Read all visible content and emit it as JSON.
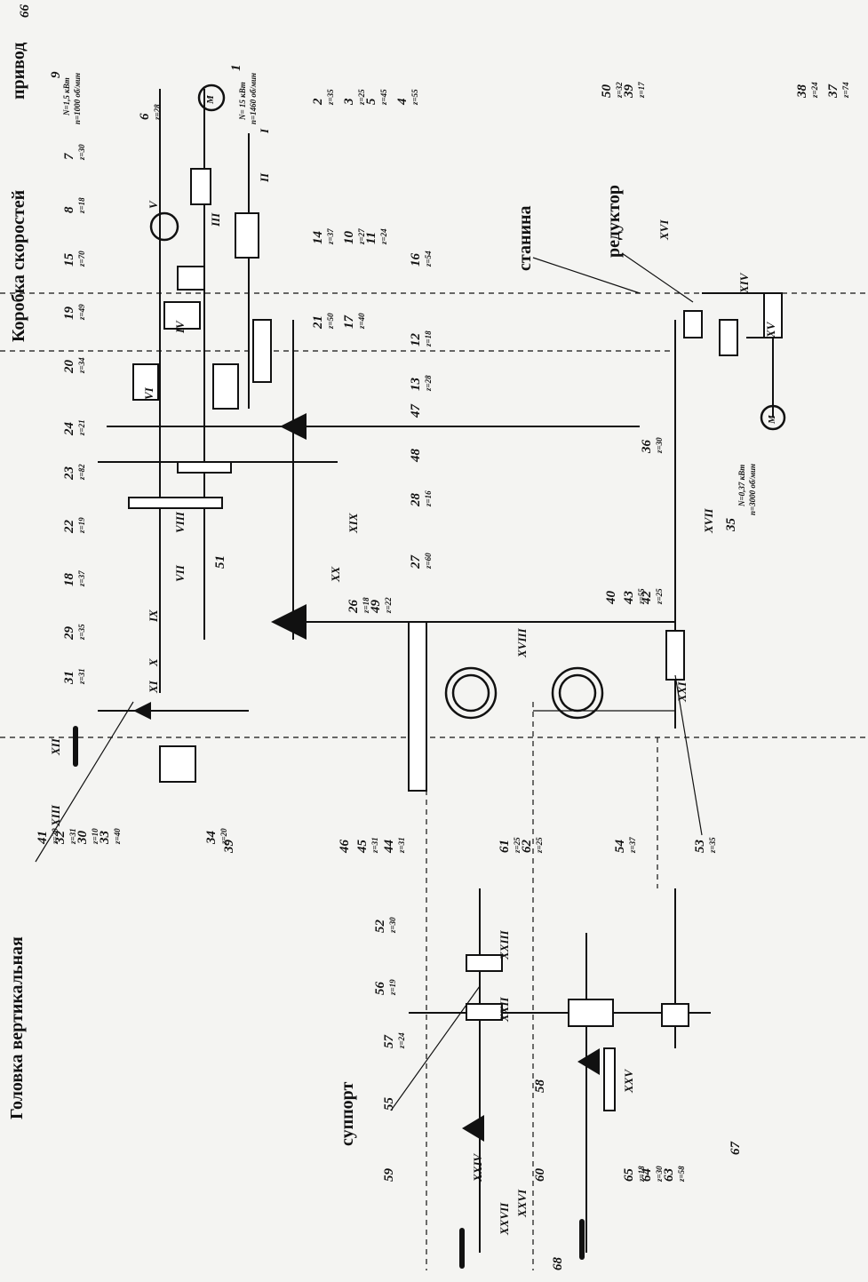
{
  "diagram": {
    "sections": {
      "drive": "привод",
      "gearbox": "Коробка скоростей",
      "vertical_head": "Головка вертикальная",
      "frame": "станина",
      "reducer": "редуктор",
      "carriage": "суппорт"
    },
    "motors": {
      "main": {
        "label": "1",
        "specs": [
          "N= 15 кВт",
          "n=1460 об/мин"
        ]
      },
      "drive_aux": {
        "label": "9",
        "specs": [
          "N=1,5 кВт",
          "n=1000 об/мин"
        ]
      },
      "feed": {
        "label": "35",
        "specs": [
          "N=0,37 кВт",
          "n=3000 об/мин"
        ]
      }
    },
    "callouts": [
      {
        "n": "2",
        "z": "z=35"
      },
      {
        "n": "3",
        "z": "z=25"
      },
      {
        "n": "5",
        "z": "z=45"
      },
      {
        "n": "4",
        "z": "z=55"
      },
      {
        "n": "6",
        "z": "z=28"
      },
      {
        "n": "7",
        "z": "z=30"
      },
      {
        "n": "8",
        "z": "z=18"
      },
      {
        "n": "15",
        "z": "z=70"
      },
      {
        "n": "19",
        "z": "z=49"
      },
      {
        "n": "20",
        "z": "z=34"
      },
      {
        "n": "24",
        "z": "z=21"
      },
      {
        "n": "23",
        "z": "z=82"
      },
      {
        "n": "22",
        "z": "z=19"
      },
      {
        "n": "18",
        "z": "z=37"
      },
      {
        "n": "29",
        "z": "z=35"
      },
      {
        "n": "31",
        "z": "z=31"
      },
      {
        "n": "14",
        "z": "z=37"
      },
      {
        "n": "10",
        "z": "z=27"
      },
      {
        "n": "11",
        "z": "z=24"
      },
      {
        "n": "16",
        "z": "z=54"
      },
      {
        "n": "21",
        "z": "z=50"
      },
      {
        "n": "17",
        "z": "z=40"
      },
      {
        "n": "12",
        "z": "z=18"
      },
      {
        "n": "13",
        "z": "z=28"
      },
      {
        "n": "47",
        "z": ""
      },
      {
        "n": "48",
        "z": ""
      },
      {
        "n": "28",
        "z": "z=16"
      },
      {
        "n": "27",
        "z": "z=60"
      },
      {
        "n": "51",
        "z": ""
      },
      {
        "n": "26",
        "z": "z=18"
      },
      {
        "n": "49",
        "z": "z=22"
      },
      {
        "n": "50",
        "z": "z=32"
      },
      {
        "n": "39",
        "z": "z=17"
      },
      {
        "n": "38",
        "z": "z=24"
      },
      {
        "n": "37",
        "z": "z=74"
      },
      {
        "n": "36",
        "z": "z=30"
      },
      {
        "n": "40",
        "z": ""
      },
      {
        "n": "43",
        "z": "z=55"
      },
      {
        "n": "42",
        "z": "z=25"
      },
      {
        "n": "41",
        "z": "z=20"
      },
      {
        "n": "32",
        "z": "z=31"
      },
      {
        "n": "30",
        "z": "z=10"
      },
      {
        "n": "33",
        "z": "z=40"
      },
      {
        "n": "34",
        "z": "z=20"
      },
      {
        "n": "39",
        "z": ""
      },
      {
        "n": "46",
        "z": ""
      },
      {
        "n": "45",
        "z": "z=31"
      },
      {
        "n": "44",
        "z": "z=31"
      },
      {
        "n": "61",
        "z": "z=25"
      },
      {
        "n": "62",
        "z": "z=25"
      },
      {
        "n": "54",
        "z": "z=37"
      },
      {
        "n": "53",
        "z": "z=35"
      },
      {
        "n": "52",
        "z": "z=30"
      },
      {
        "n": "56",
        "z": "z=19"
      },
      {
        "n": "57",
        "z": "z=24"
      },
      {
        "n": "58",
        "z": ""
      },
      {
        "n": "55",
        "z": ""
      },
      {
        "n": "59",
        "z": ""
      },
      {
        "n": "60",
        "z": ""
      },
      {
        "n": "65",
        "z": "z=18"
      },
      {
        "n": "64",
        "z": "z=30"
      },
      {
        "n": "63",
        "z": "z=58"
      },
      {
        "n": "67",
        "z": ""
      },
      {
        "n": "68",
        "z": ""
      },
      {
        "n": "66",
        "z": ""
      }
    ],
    "shafts": [
      "I",
      "II",
      "III",
      "IV",
      "V",
      "VI",
      "VII",
      "VIII",
      "IX",
      "X",
      "XI",
      "XII",
      "XIII",
      "XIV",
      "XV",
      "XVI",
      "XVII",
      "XVIII",
      "XIX",
      "XX",
      "XXI",
      "XXII",
      "XXIII",
      "XXIV",
      "XXV",
      "XXVI",
      "XXVII"
    ],
    "motor_symbol": "М"
  }
}
